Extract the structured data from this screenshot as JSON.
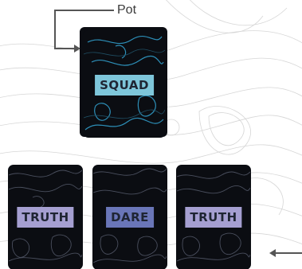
{
  "pot": {
    "label": "Pot"
  },
  "pot_card": {
    "label": "SQUAD",
    "label_color": "#7ec6da"
  },
  "hand": [
    {
      "label": "TRUTH",
      "label_color": "#a59fd1"
    },
    {
      "label": "DARE",
      "label_color": "#6a76b8"
    },
    {
      "label": "TRUTH",
      "label_color": "#a59fd1"
    }
  ],
  "colors": {
    "card_bg": "#0b0d12",
    "card_lines_pot": "#3aa0c8",
    "card_lines_hand": "#4a4f5e"
  },
  "icons": [
    "elbow-arrow-icon",
    "left-arrow-icon"
  ]
}
